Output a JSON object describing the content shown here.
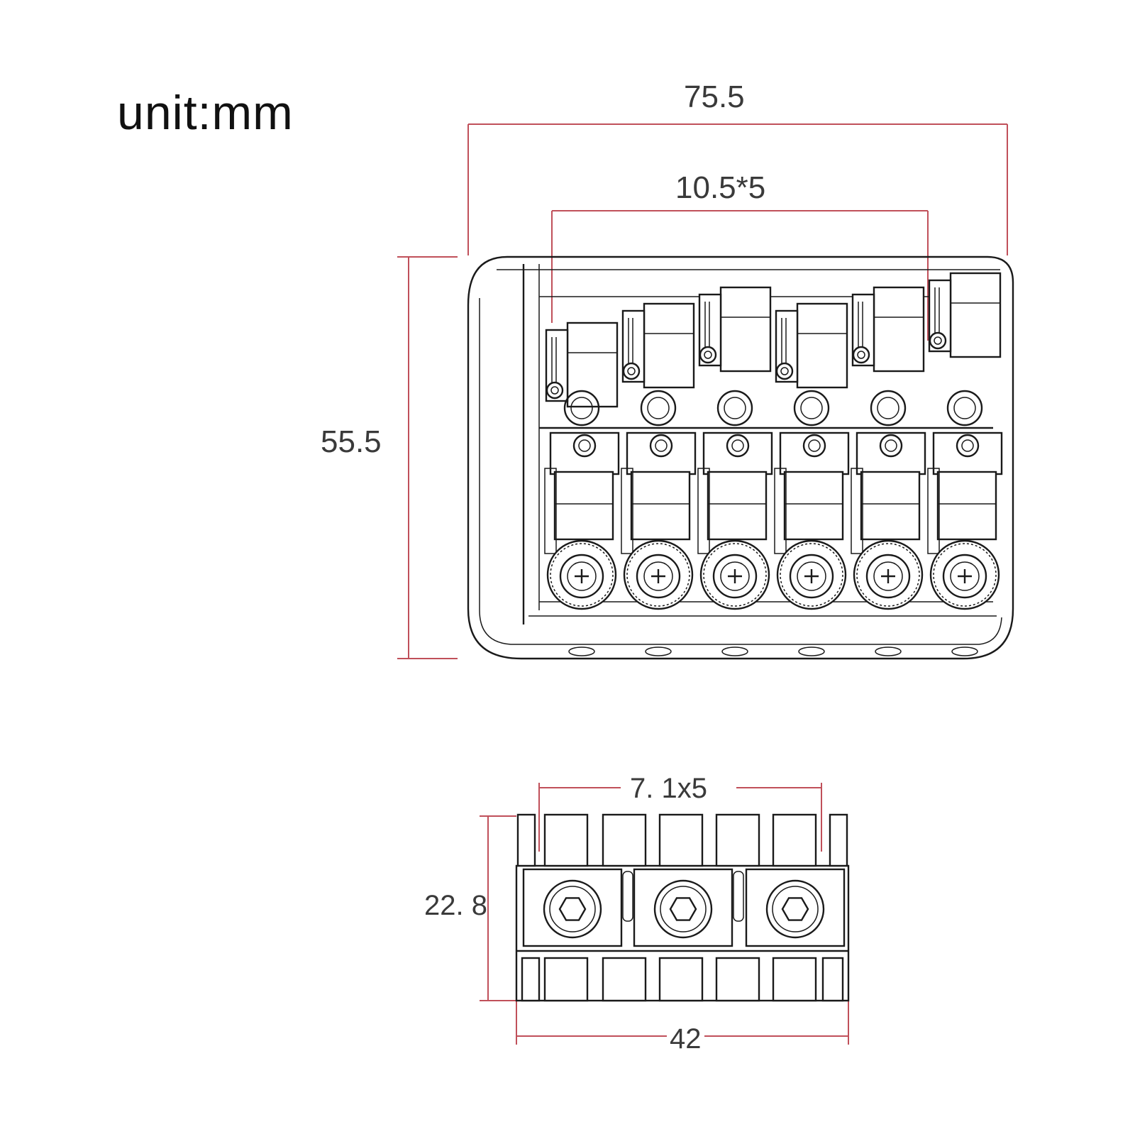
{
  "header": {
    "unit_label": "unit:mm"
  },
  "dimensions": {
    "top_width": "75.5",
    "string_spacing_top": "10.5*5",
    "height": "55.5",
    "string_spacing_side": "7. 1x5",
    "side_height": "22. 8",
    "side_width": "42"
  },
  "colors": {
    "dimension_line": "#c0505a",
    "outline": "#1a1a1a",
    "background": "#ffffff"
  }
}
